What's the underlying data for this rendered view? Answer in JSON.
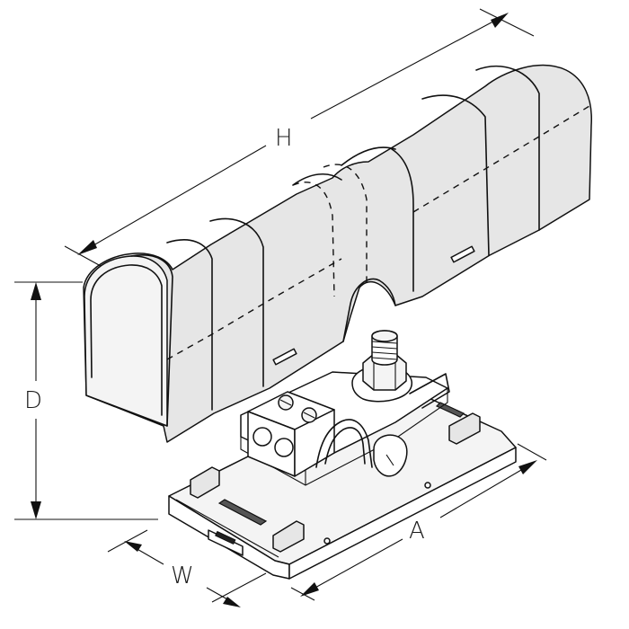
{
  "dimensions": {
    "h": "H",
    "d": "D",
    "w": "W",
    "a": "A"
  },
  "colors": {
    "line": "#111111",
    "cover_fill": "#e6e6e6",
    "base_fill": "#f4f4f4",
    "background": "#ffffff"
  }
}
